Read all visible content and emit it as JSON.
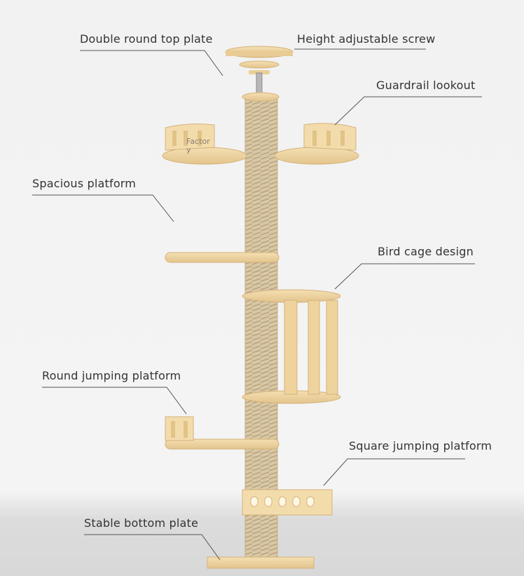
{
  "labels": {
    "double_round_top_plate": "Double round top plate",
    "height_adjustable_screw": "Height adjustable screw",
    "guardrail_lookout": "Guardrail lookout",
    "spacious_platform": "Spacious platform",
    "bird_cage_design": "Bird cage design",
    "round_jumping_platform": "Round jumping platform",
    "square_jumping_platform": "Square jumping platform",
    "stable_bottom_plate": "Stable bottom plate"
  },
  "watermark": {
    "line1": "Factor",
    "line2": "y"
  },
  "colors": {
    "wood": "#f0d9a8",
    "wood_edge": "#d8b57a",
    "sisal": "#d8c7a5",
    "leader_line": "#555555",
    "label_text": "#333333"
  }
}
